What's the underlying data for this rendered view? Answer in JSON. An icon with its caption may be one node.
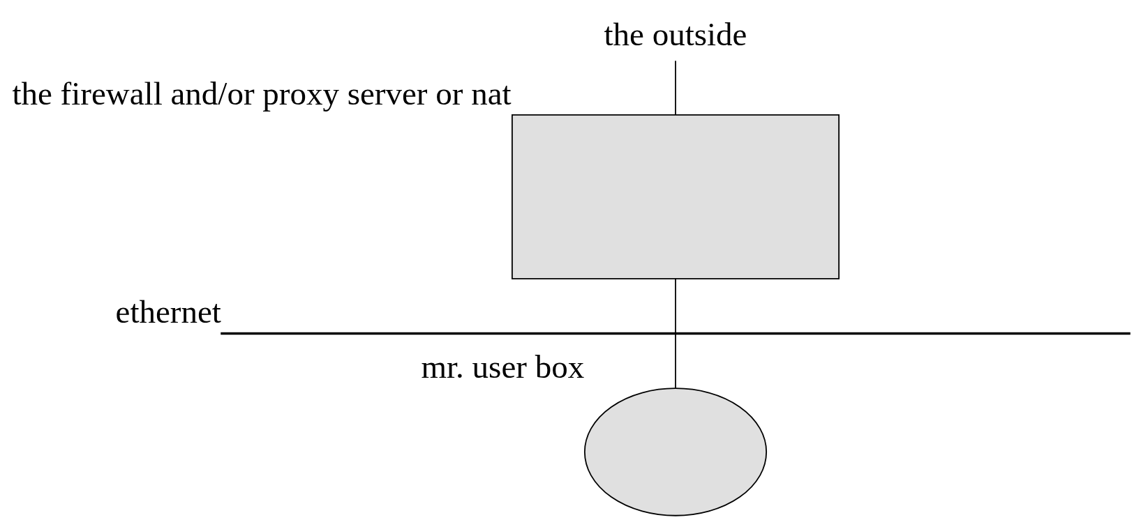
{
  "diagram": {
    "nodes": [
      {
        "text": [
          "the outside"
        ]
      },
      {
        "text": [],
        "shape": "box",
        "beside": [
          "the firewall and/or proxy server or nat"
        ]
      },
      {
        "text": [],
        "shape": "bar",
        "beside": [
          "ethernet"
        ]
      },
      {
        "text": [],
        "shape": "ellipse",
        "beside": [
          "mr. user box"
        ]
      }
    ],
    "edges": [
      {
        "from": 0,
        "to": 1,
        "arrow": "none"
      },
      {
        "from": 1,
        "to": 2,
        "arrow": "none"
      },
      {
        "from": 2,
        "to": 3,
        "arrow": "none"
      }
    ]
  }
}
